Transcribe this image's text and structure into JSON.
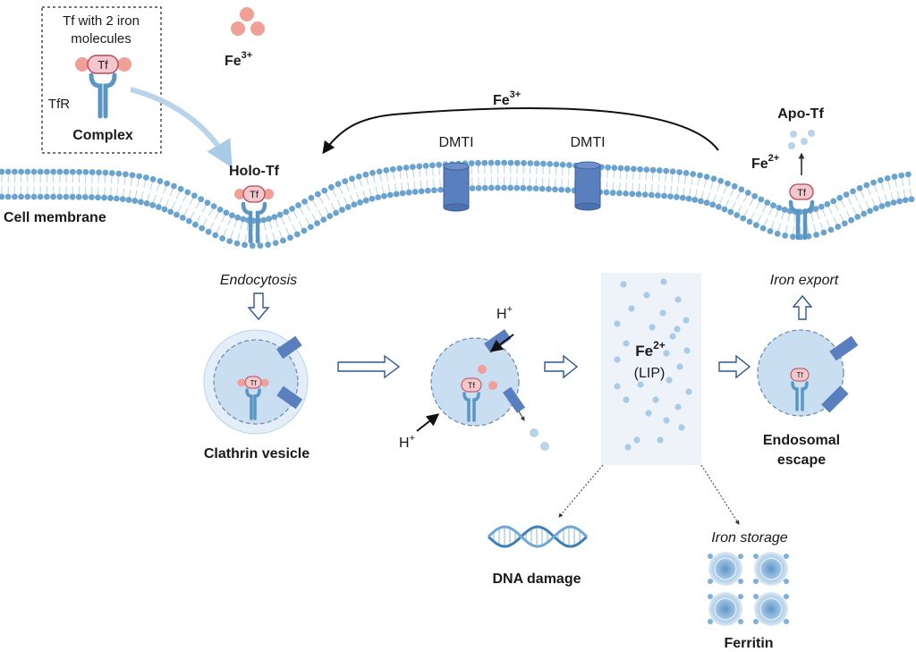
{
  "legend_box": {
    "line1": "Tf with 2 iron",
    "line2": "molecules",
    "receptor_label": "TfR",
    "complex_label": "Complex",
    "tf_badge": "Tf"
  },
  "top_ion": {
    "base": "Fe",
    "sup": "3+"
  },
  "arc_ion": {
    "base": "Fe",
    "sup": "3+"
  },
  "membrane": {
    "label": "Cell membrane",
    "channel_1": "DMTI",
    "channel_2": "DMTI"
  },
  "holo_tf": {
    "label": "Holo-Tf",
    "tf_badge": "Tf"
  },
  "apo_tf": {
    "label": "Apo-Tf",
    "ion_base": "Fe",
    "ion_sup": "2+",
    "tf_badge": "Tf"
  },
  "steps": {
    "endocytosis": "Endocytosis",
    "clathrin": "Clathrin vesicle",
    "proton_top_base": "H",
    "proton_top_sup": "+",
    "proton_bottom_base": "H",
    "proton_bottom_sup": "+",
    "lip_base": "Fe",
    "lip_sup": "2+",
    "lip_label": "(LIP)",
    "endosomal_1": "Endosomal",
    "endosomal_2": "escape",
    "iron_export": "Iron export",
    "dna_damage": "DNA damage",
    "iron_storage": "Iron storage",
    "ferritin": "Ferritin",
    "vesicle_tf": "Tf"
  },
  "colors": {
    "membrane_head": "#6aa3cf",
    "membrane_tail": "#b8d3ea",
    "receptor": "#5a95c4",
    "channel": "#5a7fbf",
    "iron": "#f0a097",
    "tf_fill": "#f3c7cc",
    "tf_stroke": "#b5485a",
    "vesicle": "#c9def0",
    "lip_bg": "#eef3f9",
    "dot": "#a9cbe8",
    "arrow_open": "#2f5597"
  }
}
